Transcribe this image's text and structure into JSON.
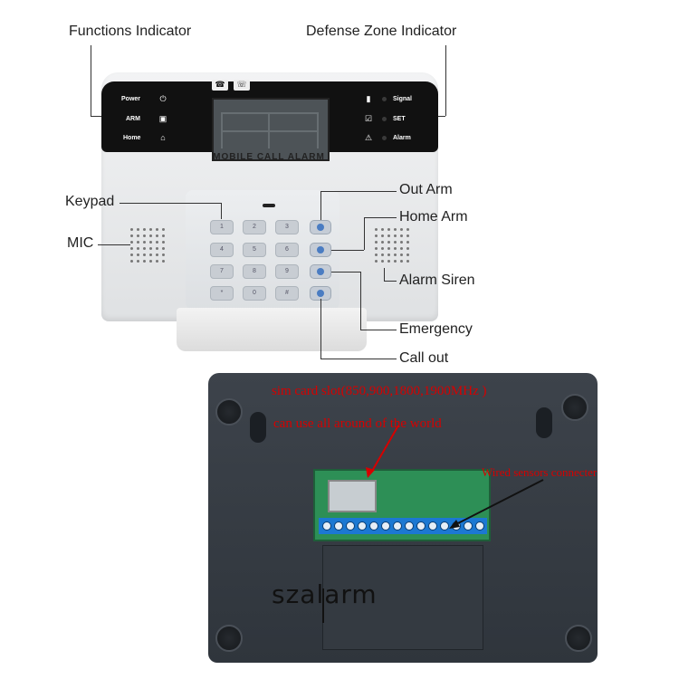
{
  "callouts": {
    "functions_indicator": "Functions Indicator",
    "defense_zone_indicator": "Defense Zone Indicator",
    "keypad": "Keypad",
    "mic": "MIC",
    "out_arm": "Out Arm",
    "home_arm": "Home Arm",
    "alarm_siren": "Alarm Siren",
    "emergency": "Emergency",
    "call_out": "Call out"
  },
  "front_panel": {
    "left_indicators": [
      "Power",
      "ARM",
      "Home"
    ],
    "right_indicators": [
      "Signal",
      "SET",
      "Alarm"
    ],
    "device_label": "MOBILE CALL ALARM",
    "keys": [
      "1",
      "2",
      "3",
      "4",
      "5",
      "6",
      "7",
      "8",
      "9",
      "*",
      "0",
      "#"
    ]
  },
  "back_panel": {
    "sim_note": "sim card slot(850,900,1800,1900MHz )",
    "world_note": "can use all around of the world",
    "wired_note": "Wired sensors connecter",
    "brand": "szalarm"
  }
}
